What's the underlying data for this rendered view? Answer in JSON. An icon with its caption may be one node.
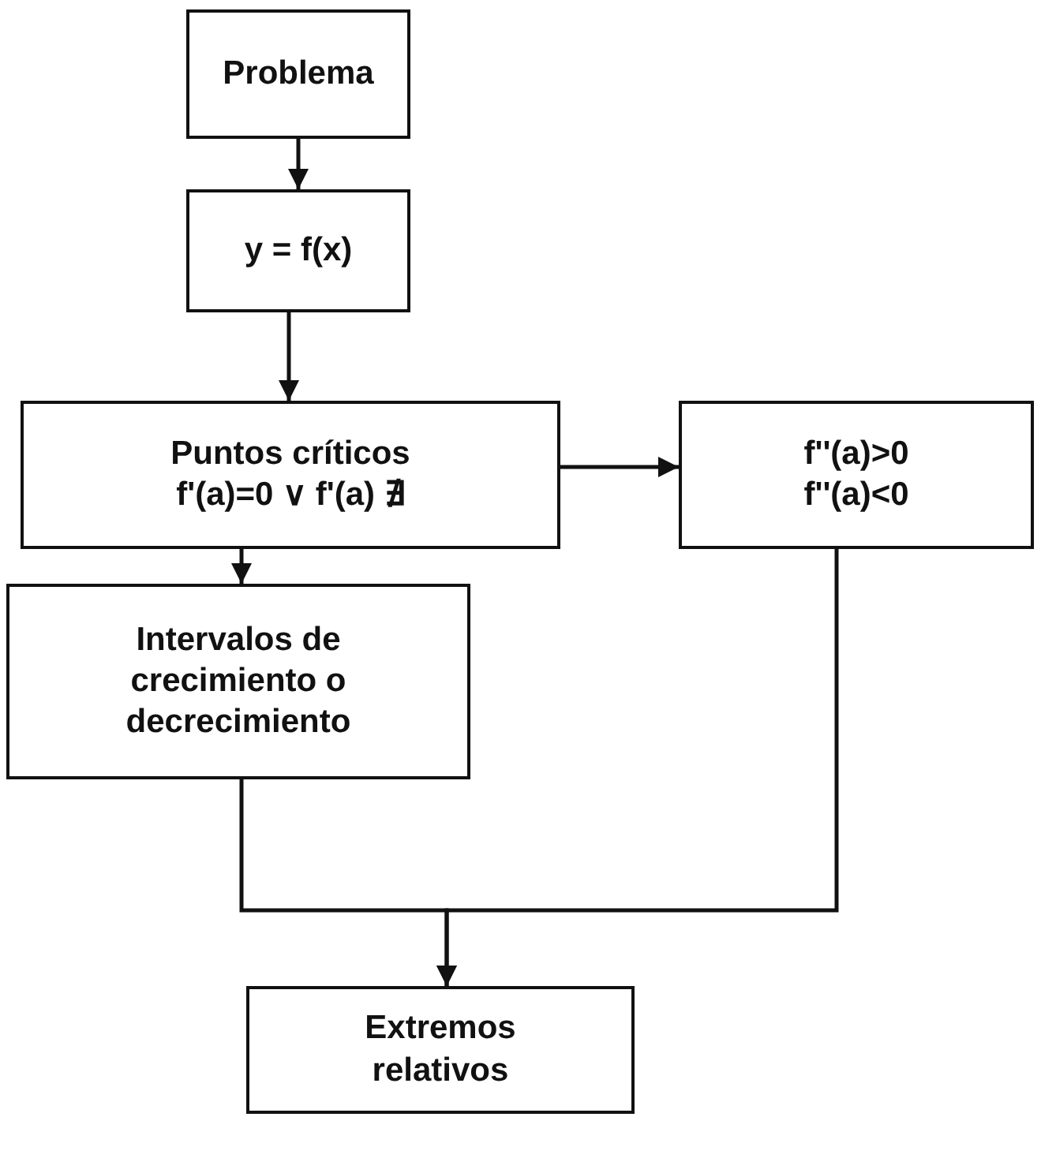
{
  "diagram": {
    "nodes": [
      {
        "text": [
          "Problema"
        ]
      },
      {
        "text": [
          "y = f(x)"
        ]
      },
      {
        "text": [
          "Puntos críticos f'(a)=0 ∨ f'(a) ∄"
        ]
      },
      {
        "text": [
          "f''(a)>0 f''(a)<0"
        ]
      },
      {
        "text": [
          "Intervalos de crecimiento o decrecimiento"
        ]
      },
      {
        "text": [
          "Extremos relativos"
        ]
      }
    ],
    "edges": [
      {
        "from": 0,
        "to": 1,
        "arrow": "to"
      },
      {
        "from": 1,
        "to": 2,
        "arrow": "to"
      },
      {
        "from": 2,
        "to": 3,
        "arrow": "to"
      },
      {
        "from": 2,
        "to": 4,
        "arrow": "to"
      },
      {
        "from": 4,
        "to": 5,
        "arrow": "to"
      },
      {
        "from": 3,
        "to": 5,
        "arrow": "to"
      }
    ]
  }
}
